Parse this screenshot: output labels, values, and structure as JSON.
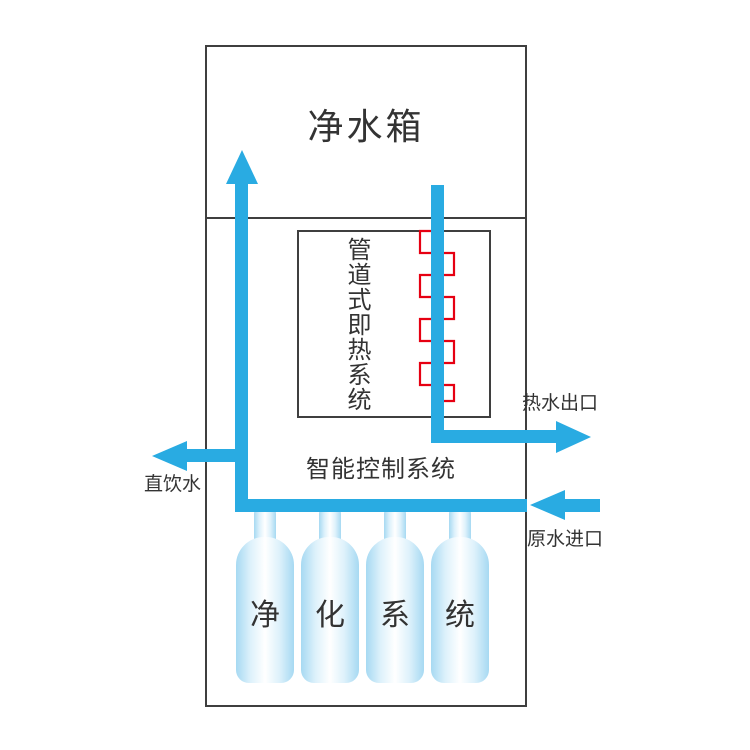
{
  "diagram": {
    "tank": {
      "label": "净水箱"
    },
    "heater": {
      "label": "管道式即热系统"
    },
    "control": {
      "label": "智能控制系统"
    },
    "flows": {
      "hot_water_outlet": "热水出口",
      "drinking_water": "直饮水",
      "raw_water_inlet": "原水进口"
    },
    "purification": {
      "chars": [
        "净",
        "化",
        "系",
        "统"
      ]
    },
    "colors": {
      "pipe": "#29abe2",
      "coil": "#e60012",
      "outline": "#3f3f3f",
      "text": "#333333",
      "bottle_edge": "#a6d9f2"
    }
  }
}
